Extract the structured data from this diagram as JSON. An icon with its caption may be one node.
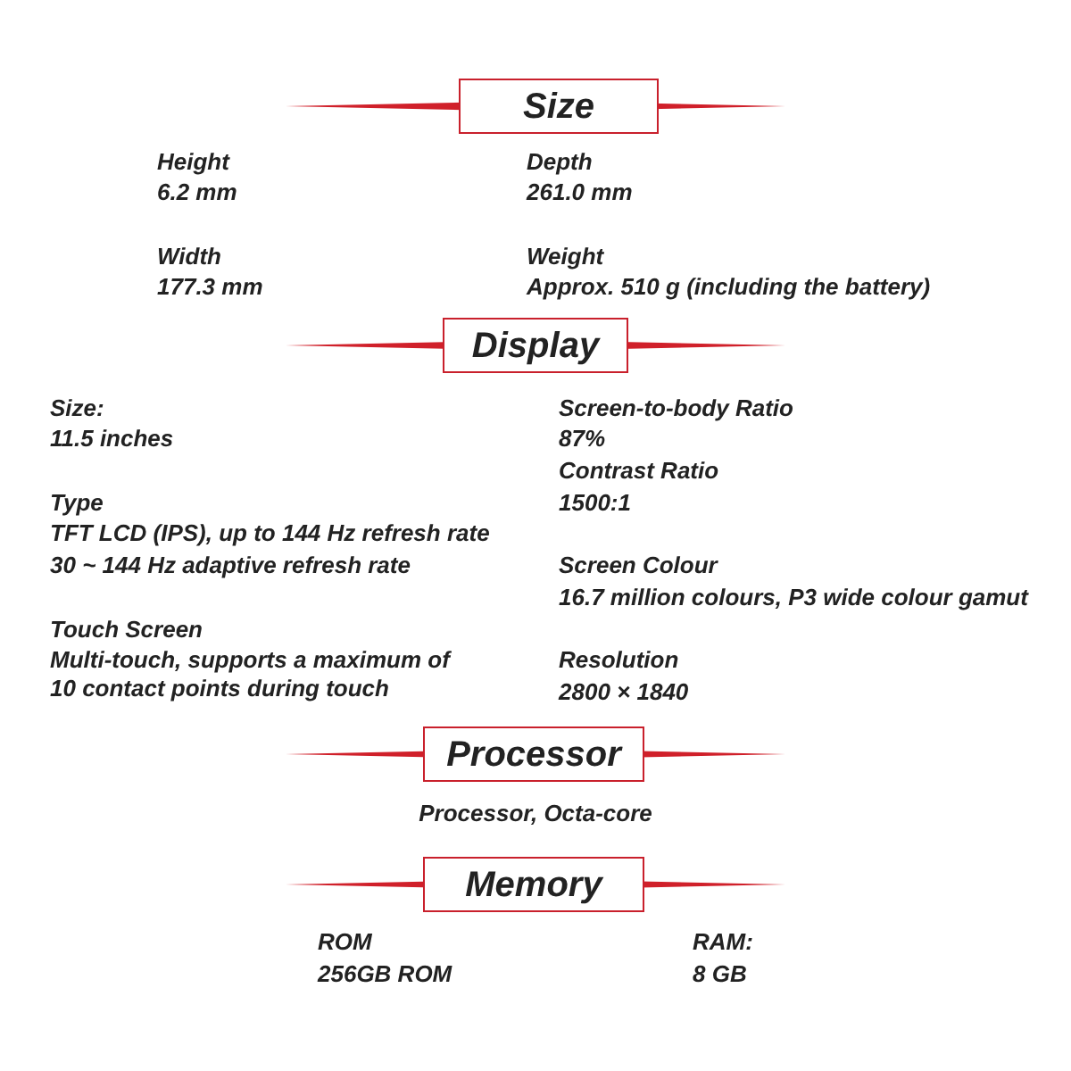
{
  "diagram": {
    "nodes": [
      {
        "text": [
          "Size"
        ]
      },
      {
        "text": [
          "Display"
        ]
      },
      {
        "text": [
          "Processor"
        ]
      },
      {
        "text": [
          "Memory"
        ]
      }
    ],
    "labels": [
      "Height",
      "6.2 mm",
      "Depth",
      "261.0 mm",
      "Width",
      "177.3 mm",
      "Weight",
      "Approx. 510 g (including the battery)",
      "Size:",
      "11.5 inches",
      "Type",
      "TFT LCD (IPS), up to 144 Hz refresh rate",
      "30 ~ 144 Hz adaptive refresh rate",
      "Touch Screen",
      "Multi-touch, supports a maximum of 10 contact points during touch",
      "Screen-to-body Ratio",
      "87%",
      "Contrast Ratio",
      "1500:1",
      "Screen Colour",
      "16.7 million colours, P3 wide colour gamut",
      "Resolution",
      "2800 × 1840",
      "Processor, Octa-core",
      "ROM",
      "256GB ROM",
      "RAM:",
      "8 GB"
    ]
  }
}
